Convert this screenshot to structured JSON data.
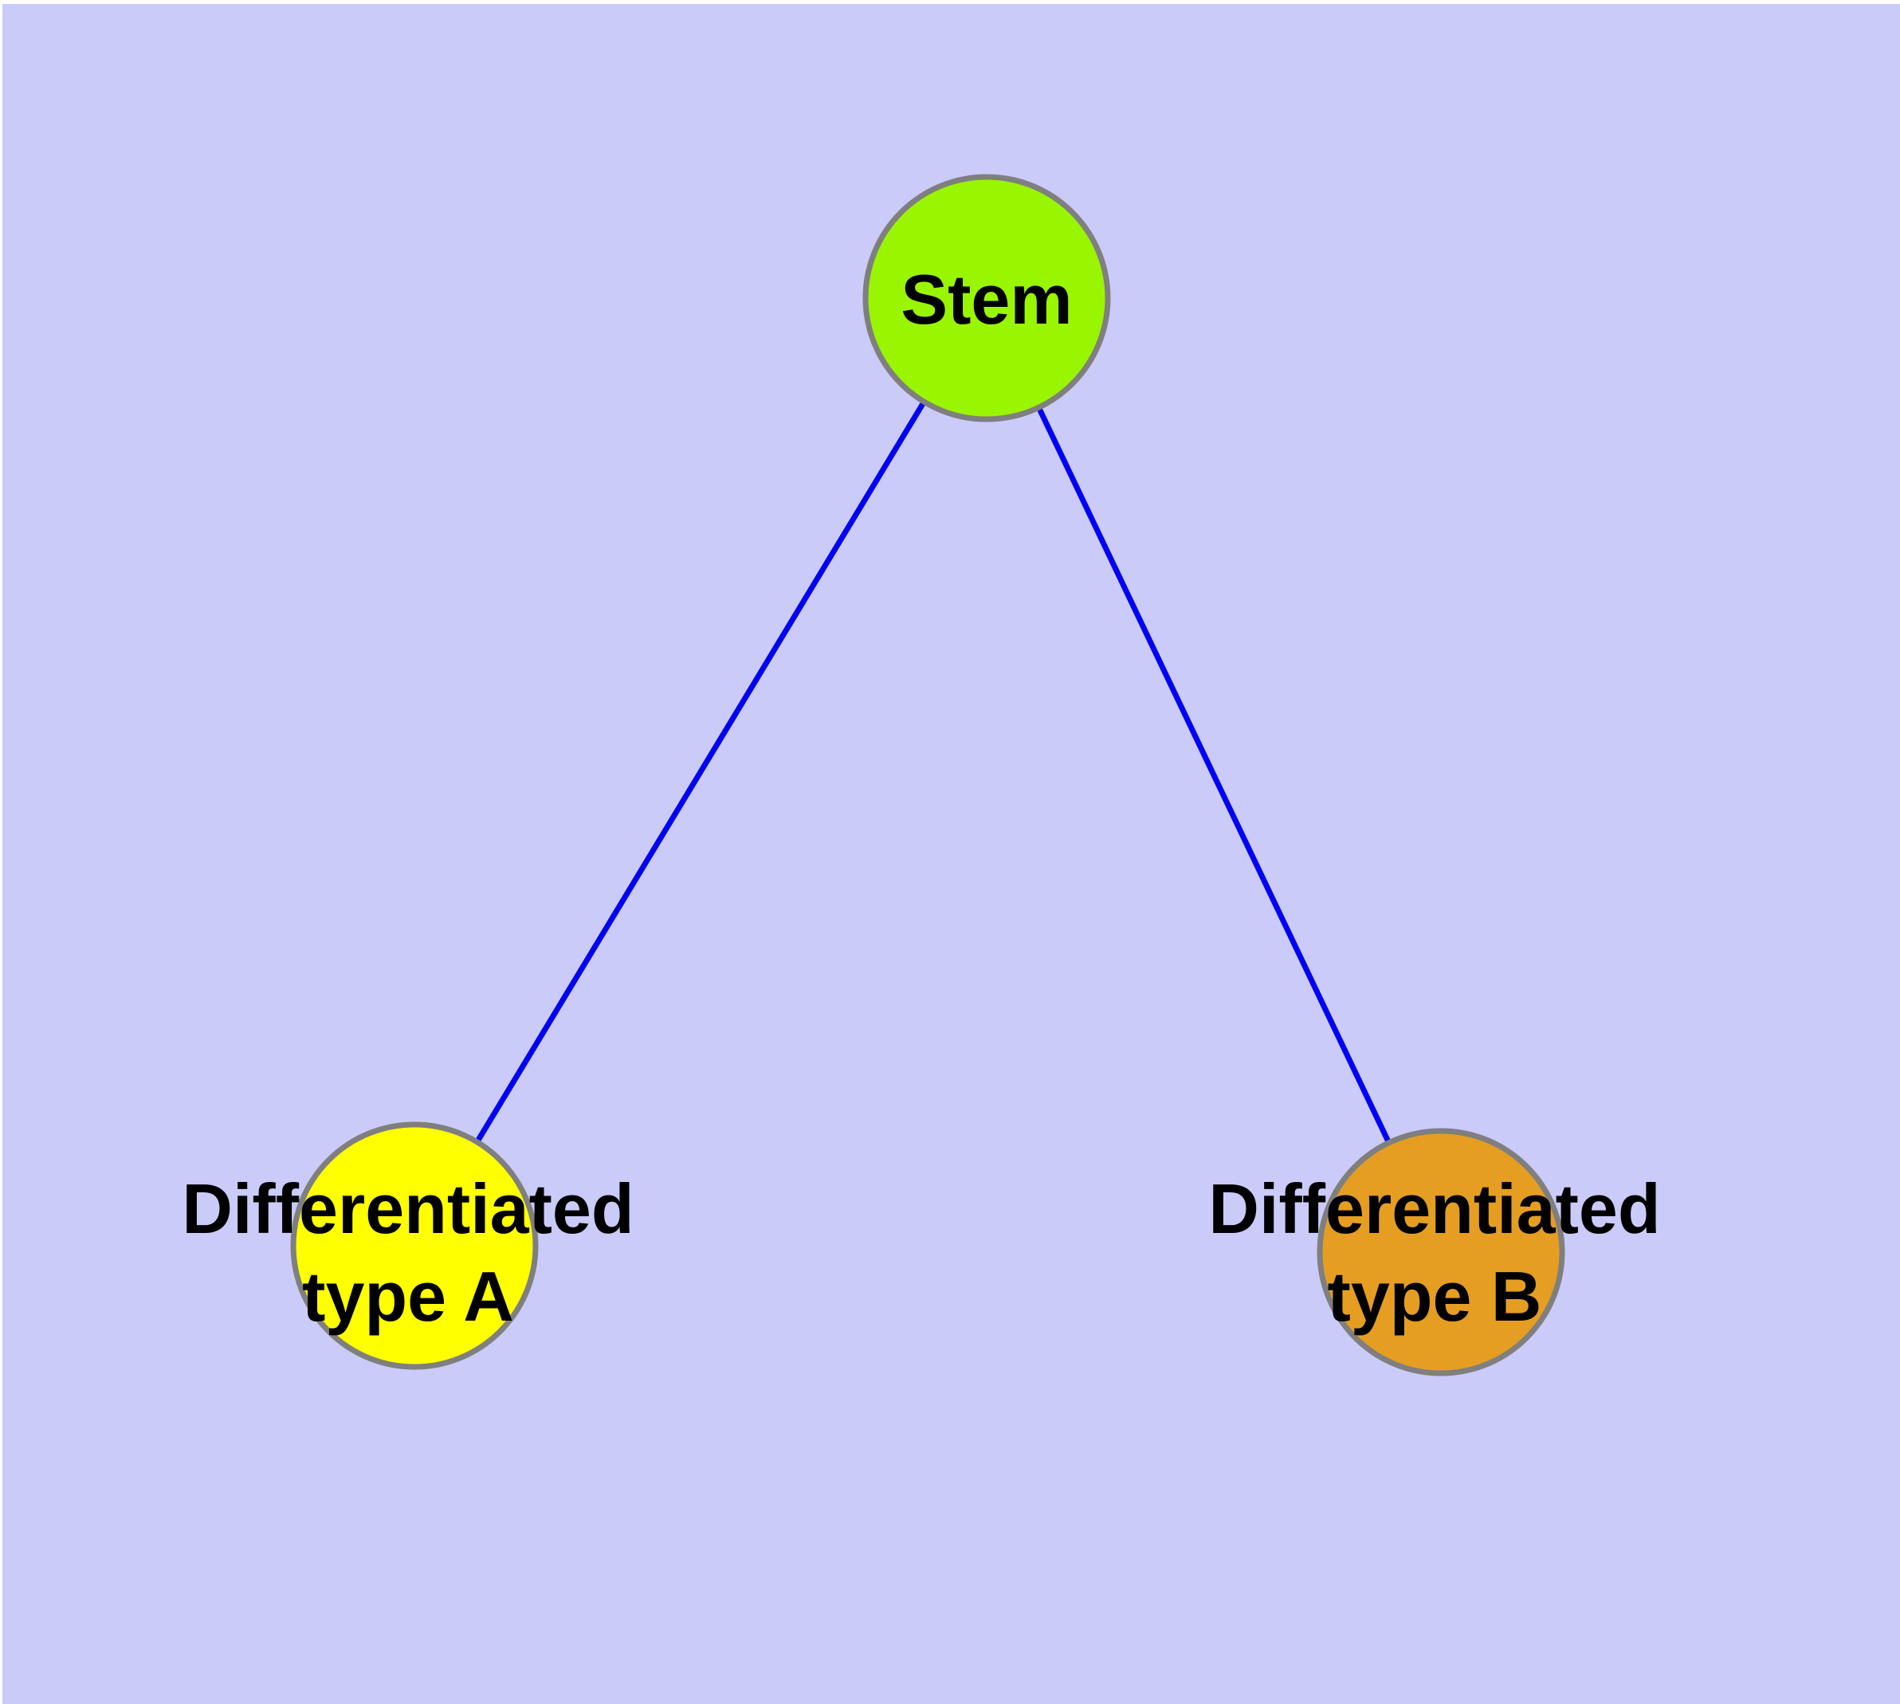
{
  "diagram": {
    "type": "graph",
    "description": "Stem cell differentiation diagram: one stem node branching to two differentiated cell type nodes",
    "colors": {
      "margin": "#ffffff",
      "background": "#cbcbf9",
      "edge": "#0202f2",
      "node_border": "#7f7f7f",
      "label": "#000000"
    },
    "nodes": {
      "stem": {
        "label": "Stem",
        "fill": "#99f500"
      },
      "type_a": {
        "label_line1": "Differentiated",
        "label_line2": "type A",
        "fill": "#ffff00"
      },
      "type_b": {
        "label_line1": "Differentiated",
        "label_line2": "type B",
        "fill": "#e59e22"
      }
    },
    "edges": [
      {
        "from": "Stem",
        "to": "Differentiated type A"
      },
      {
        "from": "Stem",
        "to": "Differentiated type B"
      }
    ]
  }
}
